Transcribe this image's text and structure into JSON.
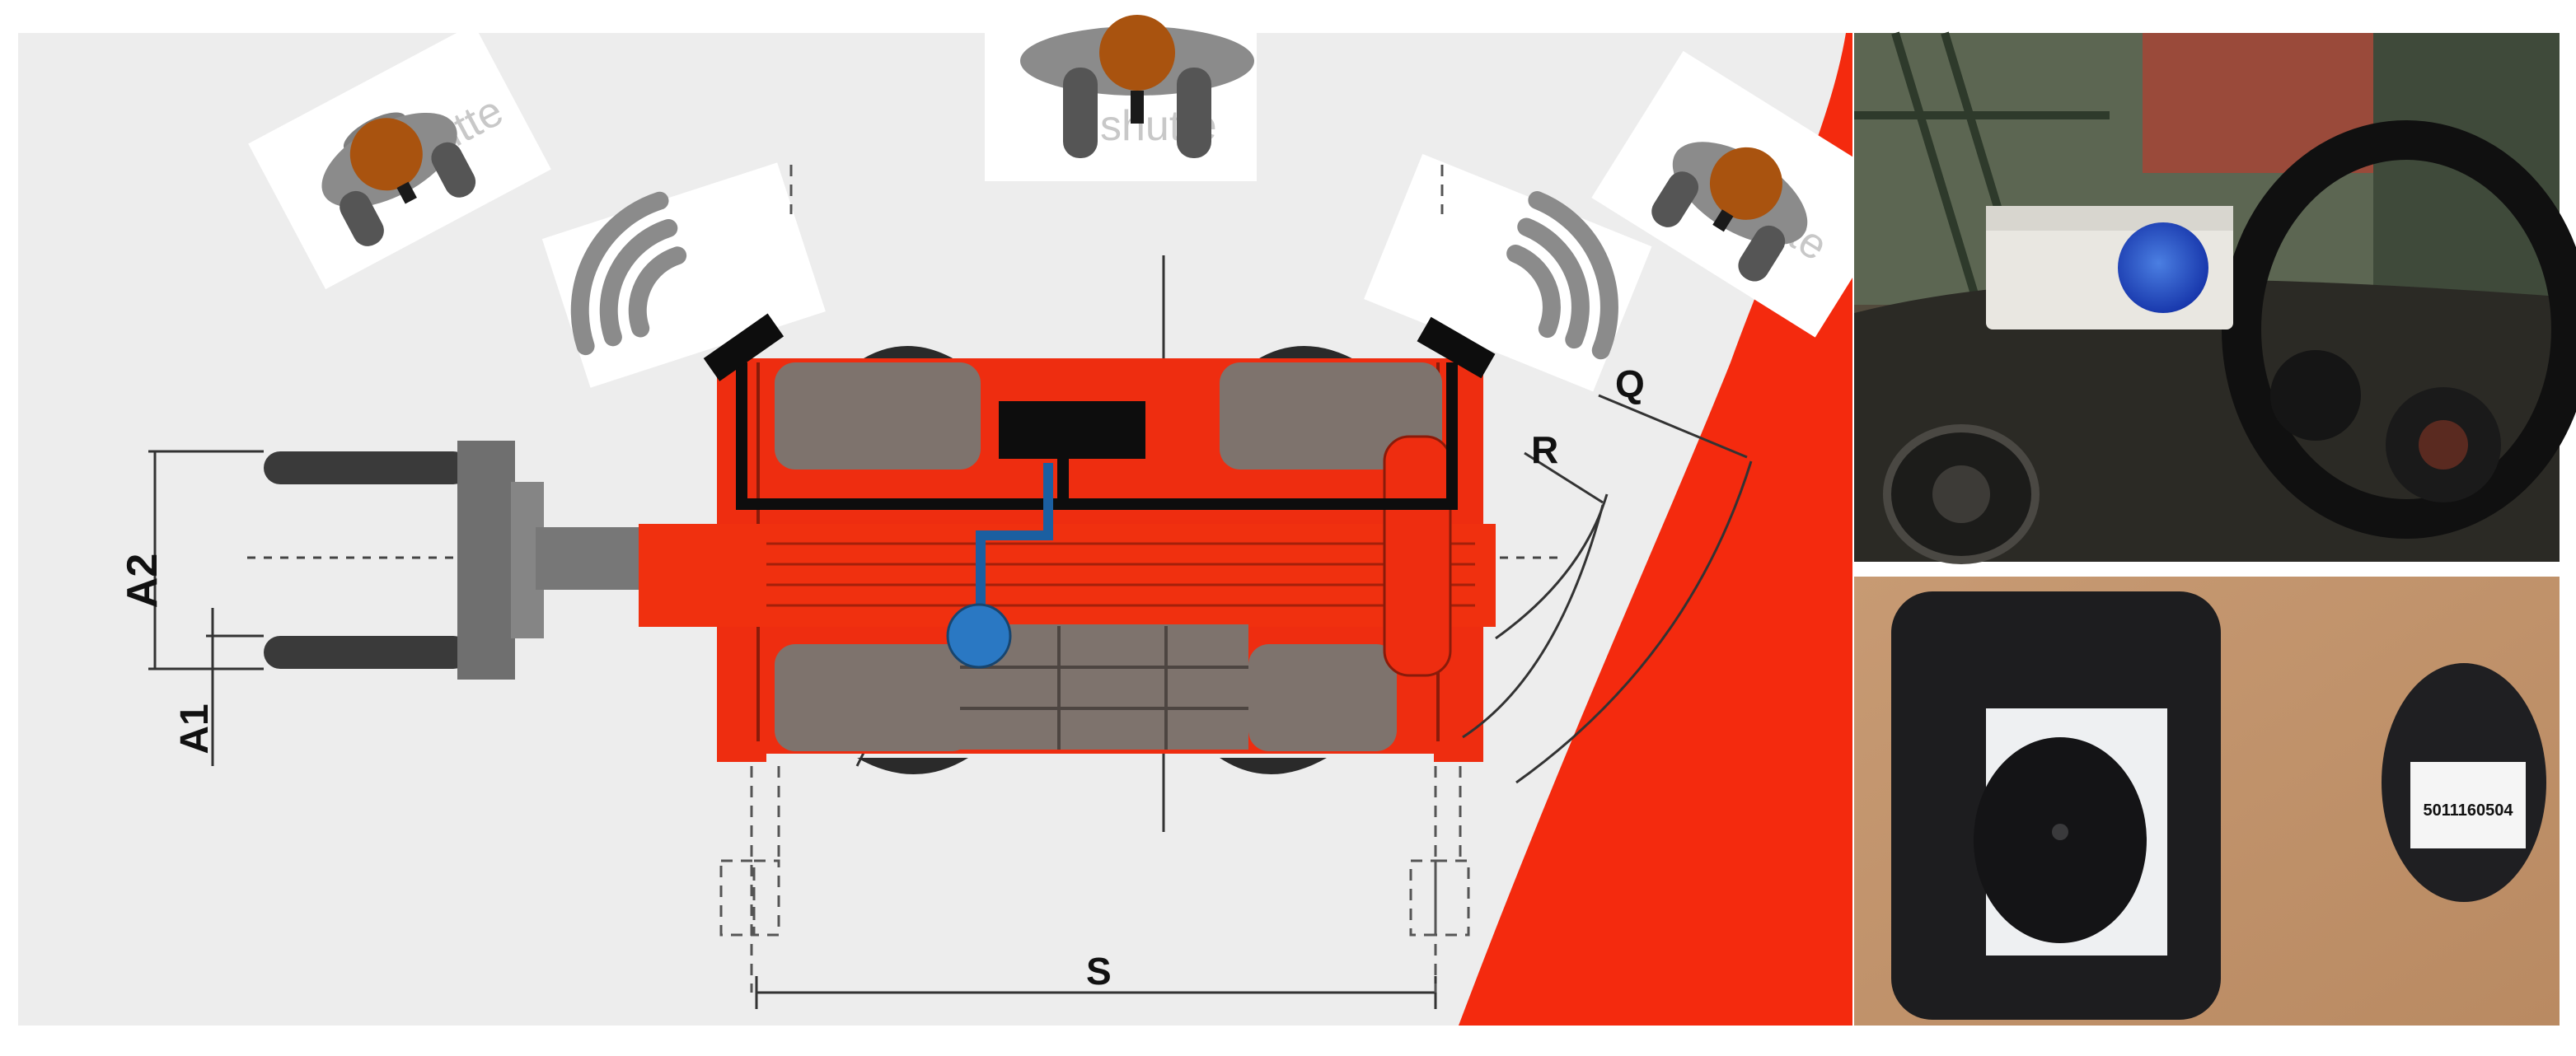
{
  "dimension_labels": {
    "a2": "A2",
    "a1": "A1",
    "r": "R",
    "q": "Q",
    "s": "S"
  },
  "watermark_text": "shutte",
  "rfid_tag_number": "5011160504",
  "colors": {
    "forklift_red": "#ee2d10",
    "seat_grey": "#7e736d",
    "cable_black": "#0d0d0d",
    "beacon_blue": "#2a78c3",
    "hazard_zone_red": "#f42a0e",
    "worker_hair": "#a9530f",
    "worker_grey": "#8b8b8b",
    "tag_black": "#1d1d1f",
    "desk_tan": "#c79a73"
  },
  "icons": [
    "worker-topview-icon",
    "wireless-signal-icon",
    "rfid-antenna-icon",
    "warning-beacon-icon",
    "rfid-tag-icon"
  ]
}
